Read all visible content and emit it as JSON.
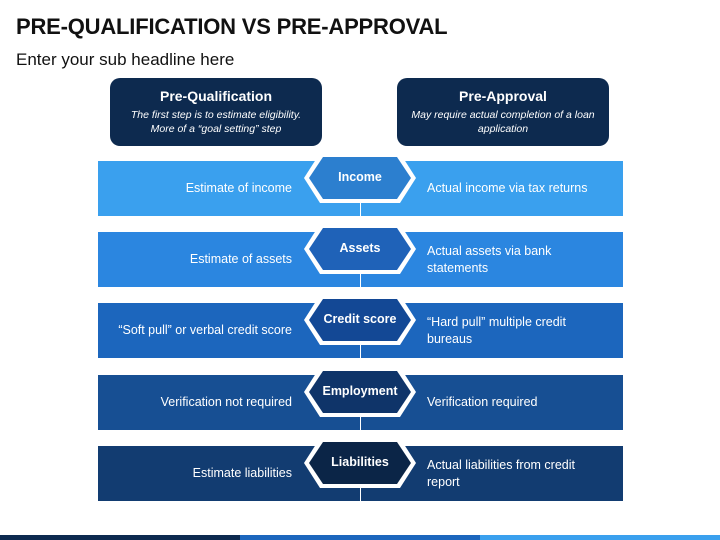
{
  "slide": {
    "title": "PRE-QUALIFICATION VS PRE-APPROVAL",
    "subtitle": "Enter your sub headline here"
  },
  "headers": {
    "left": {
      "title": "Pre-Qualification",
      "description": "The first step is to estimate eligibility. More of a “goal setting” step"
    },
    "right": {
      "title": "Pre-Approval",
      "description": "May require actual completion of a loan application"
    }
  },
  "rows": [
    {
      "label": "Income",
      "left": "Estimate of income",
      "right": "Actual income via tax returns",
      "row_color": "#3aa0ee",
      "hex_color": "#2c7fcf"
    },
    {
      "label": "Assets",
      "left": "Estimate of assets",
      "right": "Actual assets via bank statements",
      "row_color": "#2b86e0",
      "hex_color": "#1f62b8"
    },
    {
      "label": "Credit score",
      "left": "“Soft pull” or verbal credit score",
      "right": "“Hard pull” multiple credit bureaus",
      "row_color": "#1c66bd",
      "hex_color": "#134895"
    },
    {
      "label": "Employment",
      "left": "Verification not required",
      "right": "Verification required",
      "row_color": "#174f93",
      "hex_color": "#0f3469"
    },
    {
      "label": "Liabilities",
      "left": "Estimate liabilities",
      "right": "Actual liabilities from credit report",
      "row_color": "#123c71",
      "hex_color": "#0b2547"
    }
  ],
  "colors": {
    "header_bg": "#0d2a4f",
    "bottom_bar": [
      "#0d2a4f",
      "#1c66bd",
      "#3aa0ee"
    ]
  }
}
